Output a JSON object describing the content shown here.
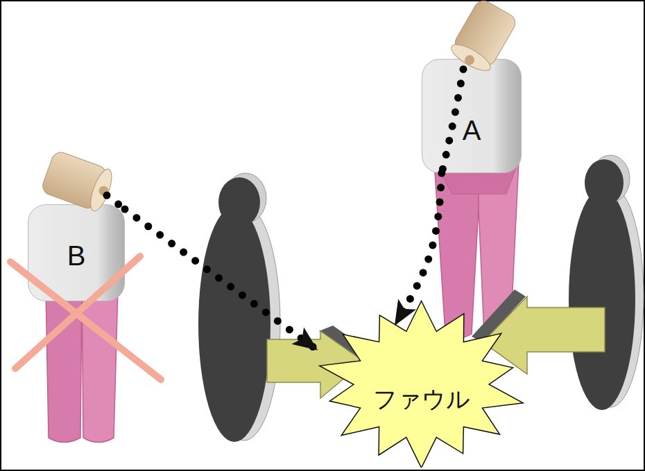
{
  "diagram": {
    "nodes": [
      {
        "text": [
          "A"
        ]
      },
      {
        "text": [
          "B"
        ]
      },
      {
        "text": [
          "ファウル"
        ]
      }
    ],
    "edges": [
      {
        "from": 0,
        "to": 2,
        "arrow": "to"
      },
      {
        "from": 1,
        "to": 2,
        "arrow": "to"
      }
    ]
  }
}
